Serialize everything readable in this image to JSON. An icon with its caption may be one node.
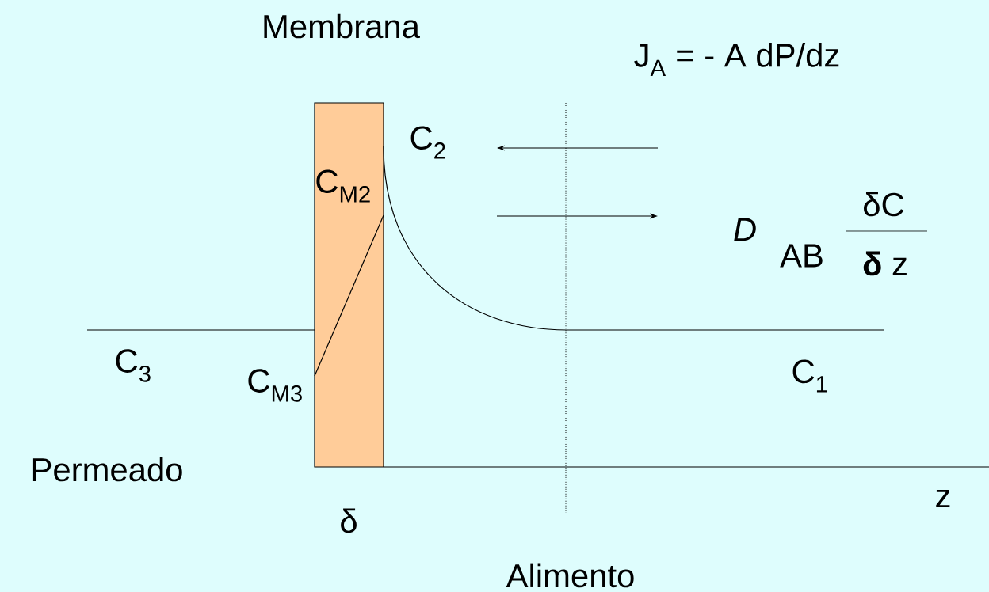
{
  "diagram": {
    "labels": [
      "Membrana",
      "J$_{A}$ = - A dP/dz",
      "C$_{2}$",
      "C$_{M2}$",
      "δC",
      "D",
      "AB",
      "**δ** z",
      "C$_{3}$",
      "C$_{M3}$",
      "C$_{1}$",
      "Permeado",
      "z",
      "δ",
      "Alimento"
    ]
  }
}
